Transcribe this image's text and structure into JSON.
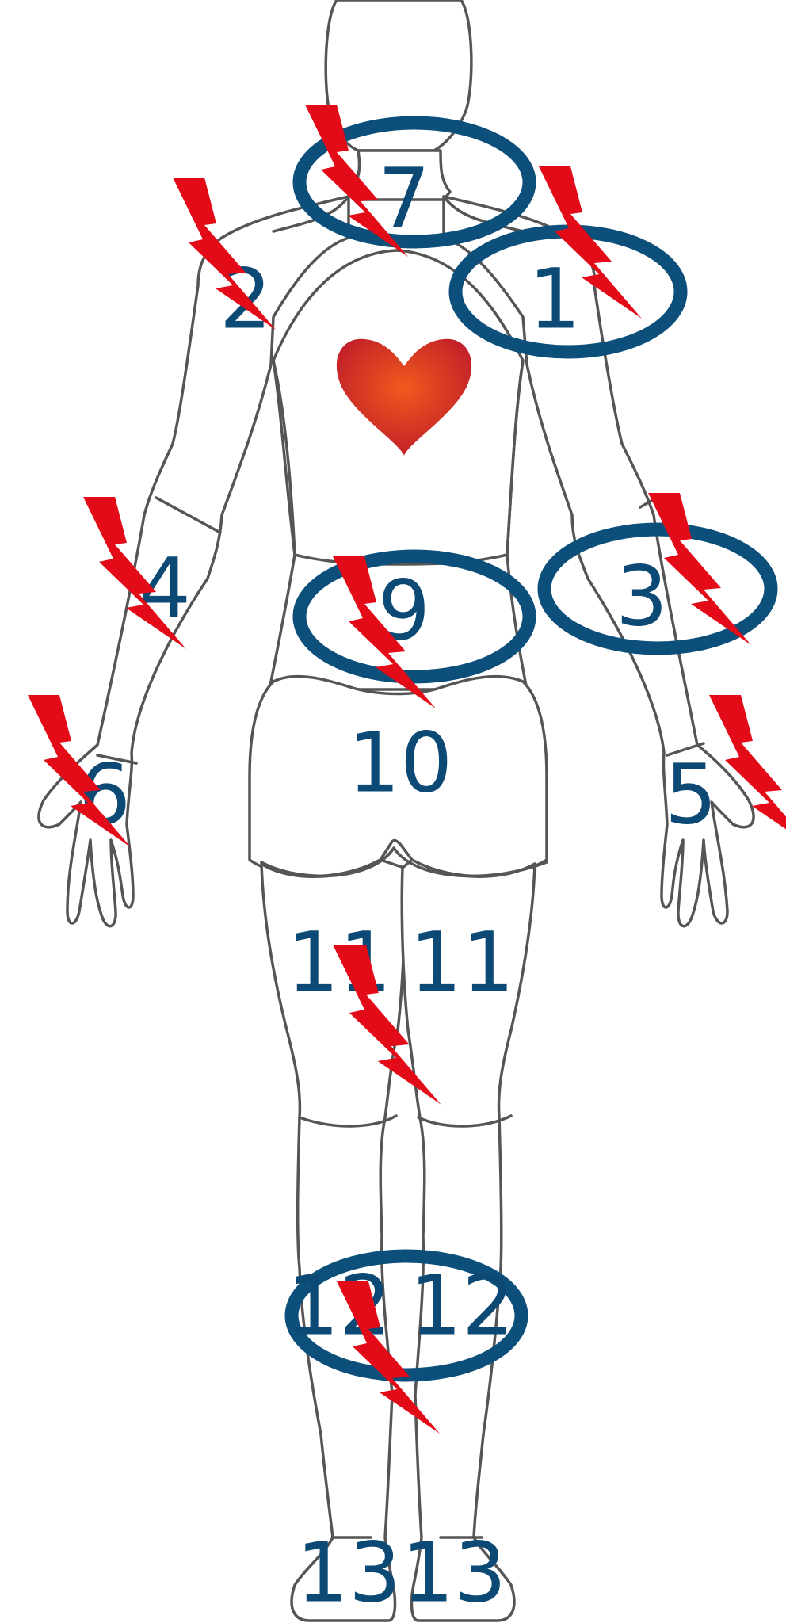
{
  "colors": {
    "label": "#0c4a75",
    "ring": "#0b4f7a",
    "bolt": "#e20b17",
    "heart_center": "#f05a1c",
    "heart_edge": "#c01e2a",
    "outline": "#555555"
  },
  "regions": [
    {
      "id": "1",
      "label": "1",
      "side": "left-shoulder",
      "pain": true,
      "circled": true
    },
    {
      "id": "2",
      "label": "2",
      "side": "right-shoulder",
      "pain": true,
      "circled": false
    },
    {
      "id": "3",
      "label": "3",
      "side": "left-elbow",
      "pain": true,
      "circled": true
    },
    {
      "id": "4",
      "label": "4",
      "side": "right-elbow",
      "pain": true,
      "circled": false
    },
    {
      "id": "5",
      "label": "5",
      "side": "left-hand",
      "pain": true,
      "circled": false
    },
    {
      "id": "6",
      "label": "6",
      "side": "right-hand",
      "pain": true,
      "circled": false
    },
    {
      "id": "7",
      "label": "7",
      "side": "neck",
      "pain": true,
      "circled": true
    },
    {
      "id": "9",
      "label": "9",
      "side": "lower-back",
      "pain": true,
      "circled": true
    },
    {
      "id": "10",
      "label": "10",
      "side": "buttocks",
      "pain": false,
      "circled": false
    },
    {
      "id": "11r",
      "label": "11",
      "side": "right-thigh",
      "pain": true,
      "circled": false
    },
    {
      "id": "11l",
      "label": "11",
      "side": "left-thigh",
      "pain": false,
      "circled": false
    },
    {
      "id": "12r",
      "label": "12",
      "side": "right-knee",
      "pain": true,
      "circled": true
    },
    {
      "id": "12l",
      "label": "12",
      "side": "left-knee",
      "pain": false,
      "circled": true
    },
    {
      "id": "13r",
      "label": "13",
      "side": "right-foot",
      "pain": false,
      "circled": false
    },
    {
      "id": "13l",
      "label": "13",
      "side": "left-foot",
      "pain": false,
      "circled": false
    }
  ],
  "icons": {
    "heart": "heart-icon",
    "pain": "lightning-bolt-icon",
    "ring": "highlight-ring"
  }
}
